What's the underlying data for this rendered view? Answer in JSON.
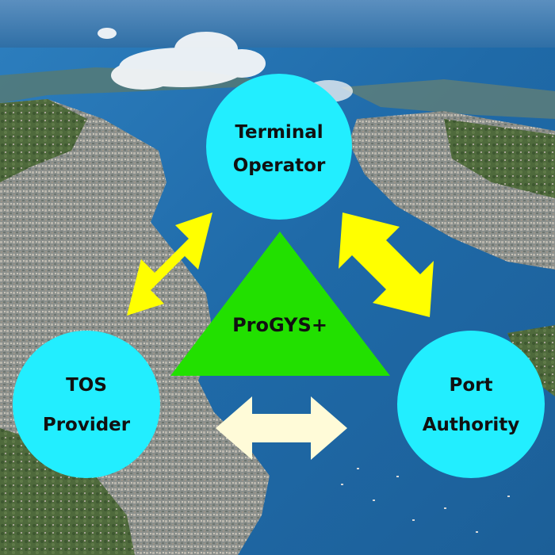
{
  "diagram": {
    "center": {
      "label": "ProGYS+",
      "color": "#22e000"
    },
    "nodes": {
      "terminal_operator": {
        "line1": "Terminal",
        "line2": "Operator",
        "color": "#22eeff"
      },
      "tos_provider": {
        "line1": "TOS",
        "line2": "Provider",
        "color": "#22eeff"
      },
      "port_authority": {
        "line1": "Port",
        "line2": "Authority",
        "color": "#22eeff"
      }
    },
    "arrows": {
      "terminal_to_tos": {
        "color": "#ffff00"
      },
      "terminal_to_port": {
        "color": "#ffff00"
      },
      "tos_to_port": {
        "color": "#fffbd8"
      }
    },
    "background": {
      "description_icon": "aerial-coastal-city-photo"
    }
  }
}
